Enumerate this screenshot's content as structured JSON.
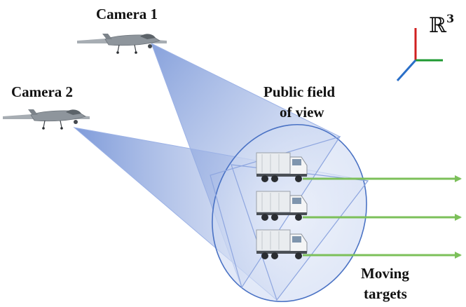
{
  "labels": {
    "camera1": "Camera 1",
    "camera2": "Camera 2",
    "fov_line1": "Public field",
    "fov_line2": "of view",
    "targets_line1": "Moving",
    "targets_line2": "targets",
    "space_symbol": "ℝ",
    "space_exponent": "3"
  },
  "colors": {
    "cone": "#6f8fd6",
    "cone_edge": "#9cb2e6",
    "ellipse_stroke": "#4a72c4",
    "arrow": "#7cc05a",
    "axis_x": "#1f9a32",
    "axis_y": "#d02020",
    "axis_z": "#2a6fc8"
  },
  "icons": {
    "drone": "drone-icon",
    "truck": "truck-icon",
    "axes": "axes-icon"
  }
}
